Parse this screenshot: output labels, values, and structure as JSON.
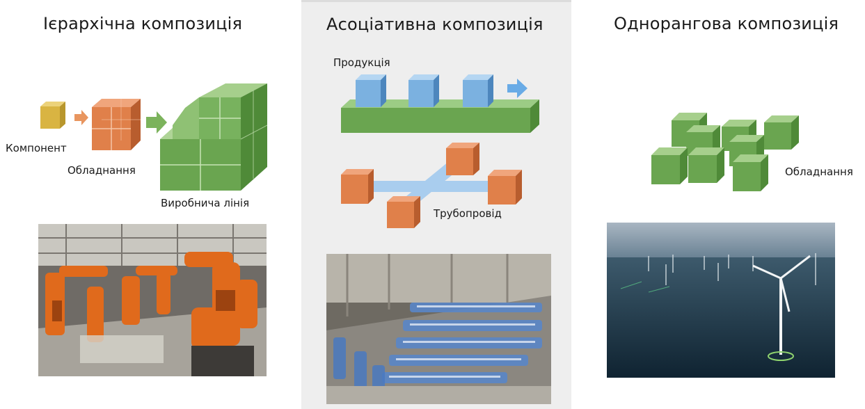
{
  "panels": [
    {
      "title": "Ієрархічна композиція",
      "labels": {
        "component": "Компонент",
        "equipment": "Обладнання",
        "line": "Виробнича лінія"
      },
      "photo": "robotic-assembly-line-photo"
    },
    {
      "title": "Асоціативна композиція",
      "labels": {
        "products": "Продукція",
        "pipeline": "Трубопровід"
      },
      "photo": "bottling-conveyor-photo"
    },
    {
      "title": "Однорангова композиція",
      "labels": {
        "equipment": "Обладнання"
      },
      "photo": "offshore-wind-farm-photo"
    }
  ],
  "colors": {
    "component_yellow": "#d9b442",
    "equipment_orange": "#e0804a",
    "line_green": "#6aa550",
    "product_blue": "#7bb1e0",
    "arrow_orange": "#e8955f",
    "arrow_green": "#7cb35c",
    "arrow_blue": "#69abe6",
    "panel_gray": "#eeeeee"
  }
}
